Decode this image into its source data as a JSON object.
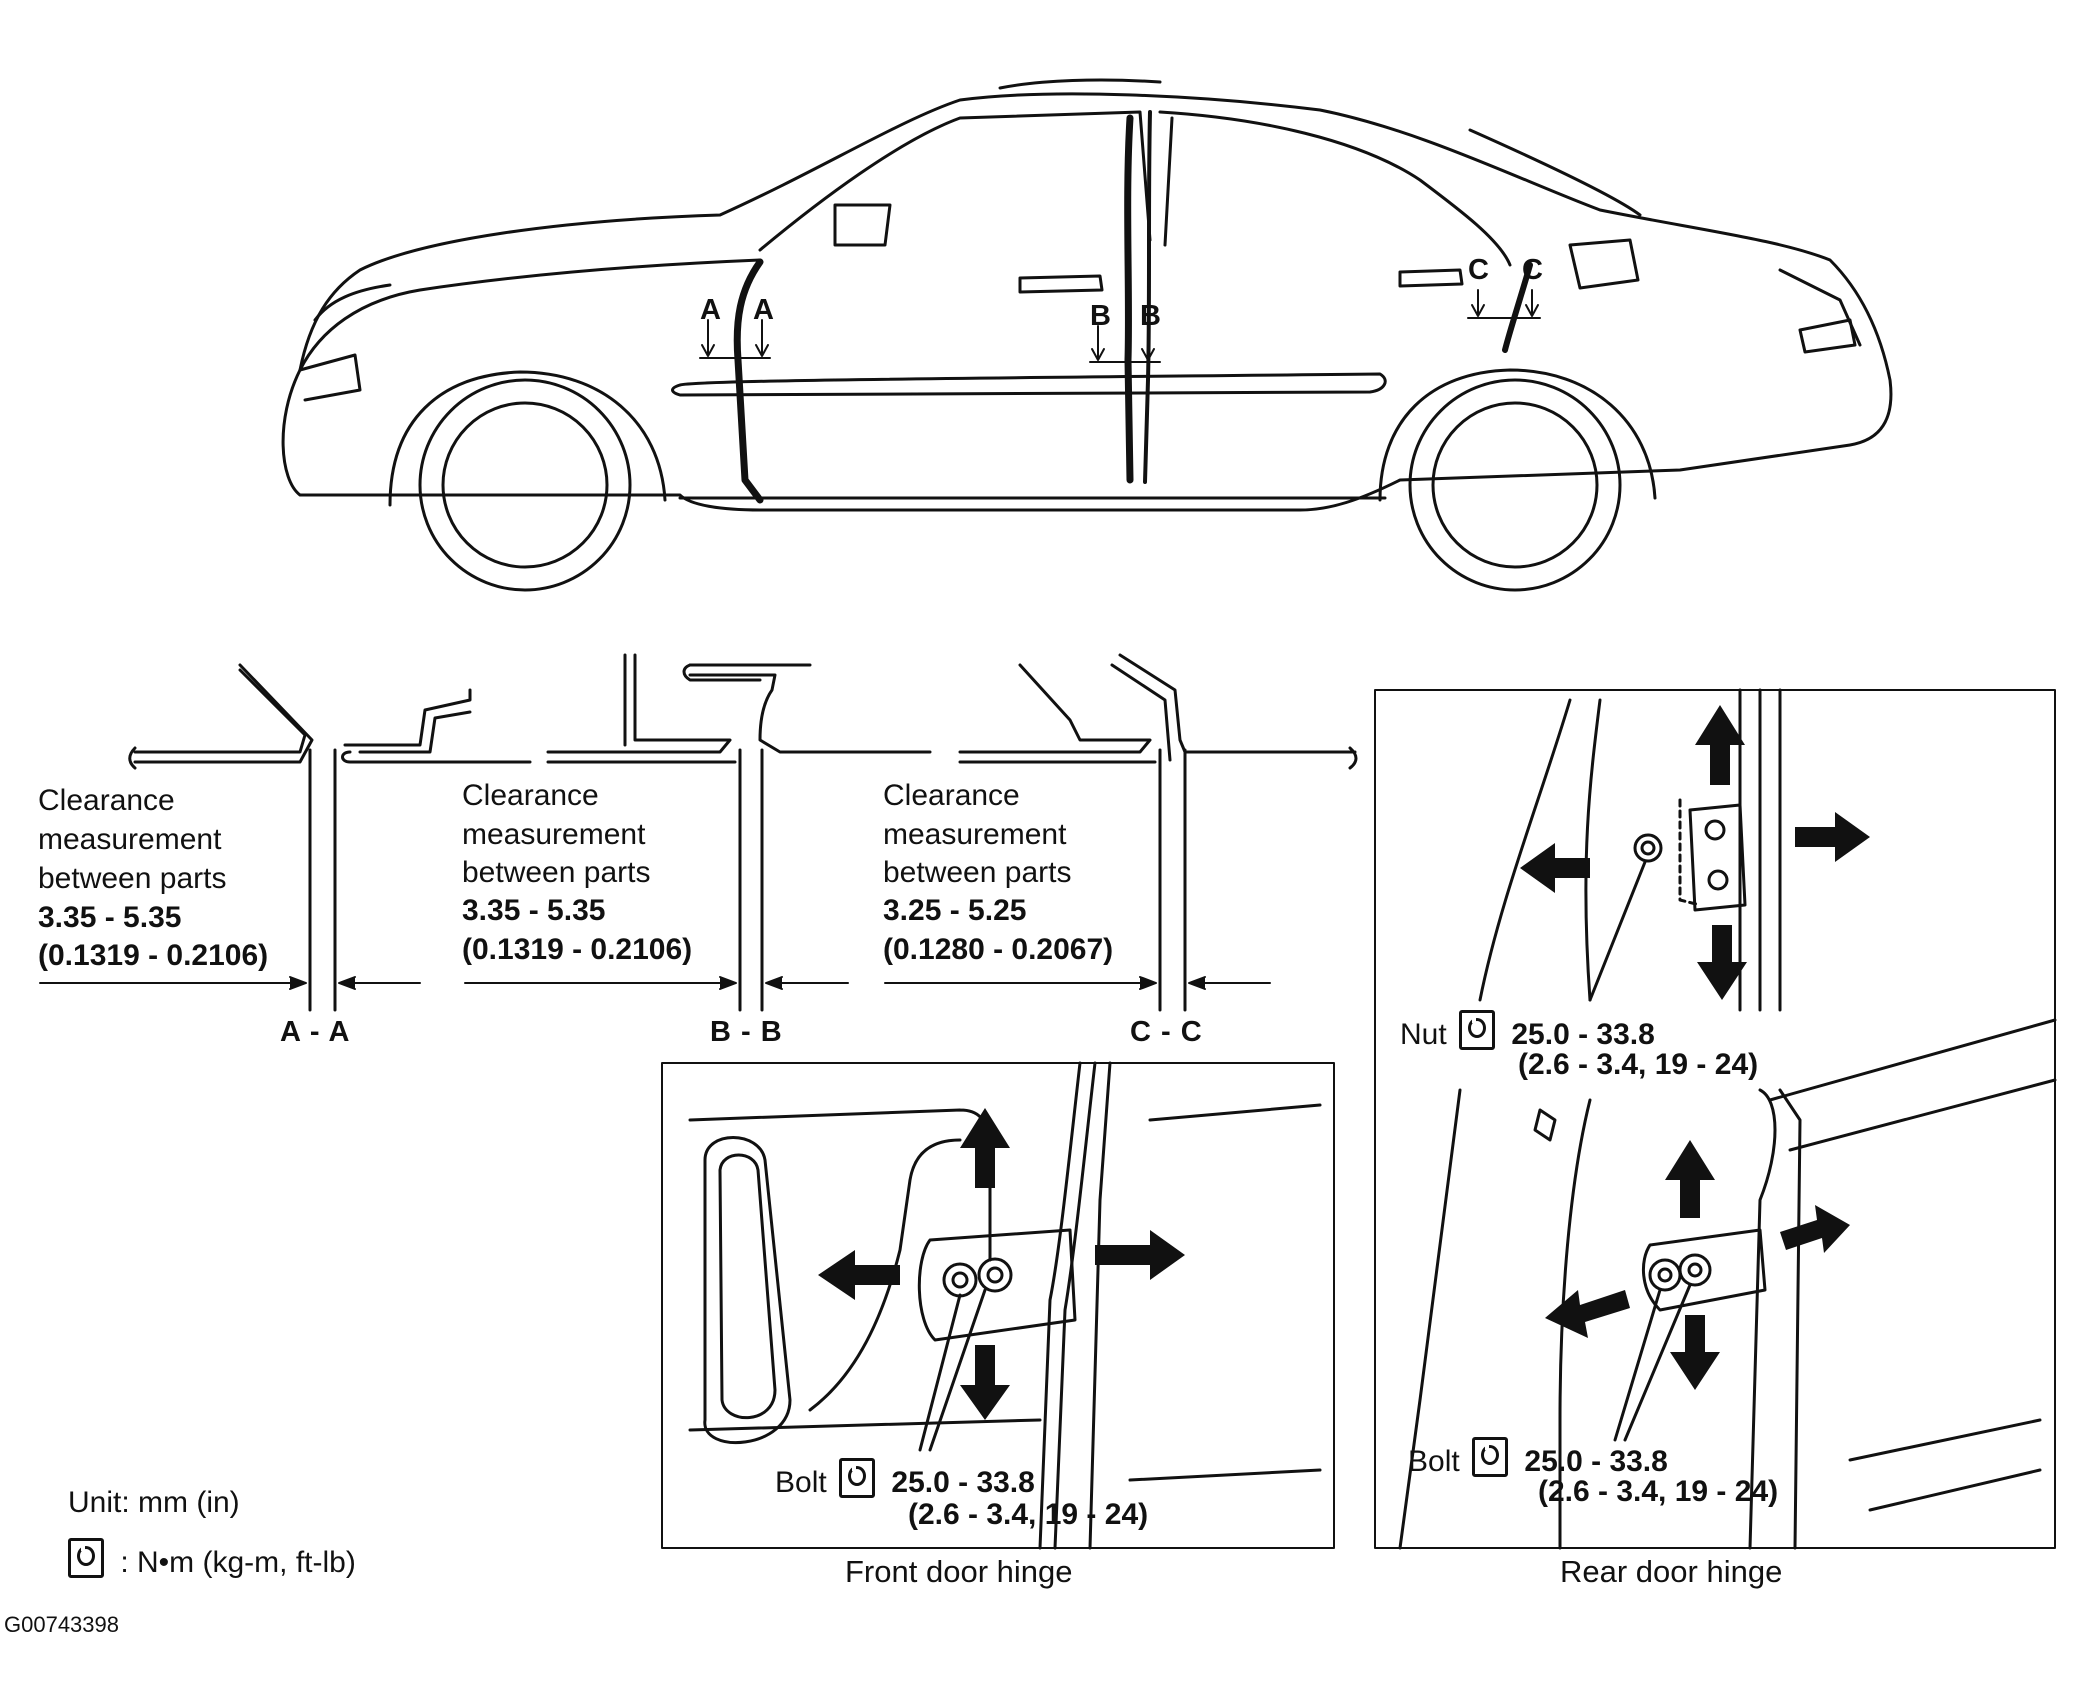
{
  "clearance": [
    {
      "label": "Clearance",
      "line2": "measurement",
      "line3": "between parts",
      "range_mm": "3.35 - 5.35",
      "range_in": "(0.1319 - 0.2106)",
      "section": "A - A"
    },
    {
      "label": "Clearance",
      "line2": "measurement",
      "line3": "between parts",
      "range_mm": "3.35 - 5.35",
      "range_in": "(0.1319 - 0.2106)",
      "section": "B - B"
    },
    {
      "label": "Clearance",
      "line2": "measurement",
      "line3": "between parts",
      "range_mm": "3.25 - 5.25",
      "range_in": "(0.1280 - 0.2067)",
      "section": "C - C"
    }
  ],
  "car_markers": {
    "a": "A",
    "b": "B",
    "c": "C"
  },
  "front_hinge": {
    "part": "Bolt",
    "torque": "25.0 - 33.8",
    "torque_alt": "(2.6 - 3.4, 19 - 24)",
    "caption": "Front door hinge"
  },
  "rear_hinge": {
    "nut_part": "Nut",
    "nut_torque": "25.0 - 33.8",
    "nut_torque_alt": "(2.6 - 3.4, 19 - 24)",
    "bolt_part": "Bolt",
    "bolt_torque": "25.0 - 33.8",
    "bolt_torque_alt": "(2.6 - 3.4, 19 - 24)",
    "caption": "Rear door hinge"
  },
  "legend": {
    "unit": "Unit: mm (in)",
    "torque_units": ":  N•m  (kg-m,  ft-lb)"
  },
  "figure_id": "G00743398",
  "icons": {
    "torque": "torque-wrench-icon",
    "arrow": "direction-arrow-icon"
  }
}
